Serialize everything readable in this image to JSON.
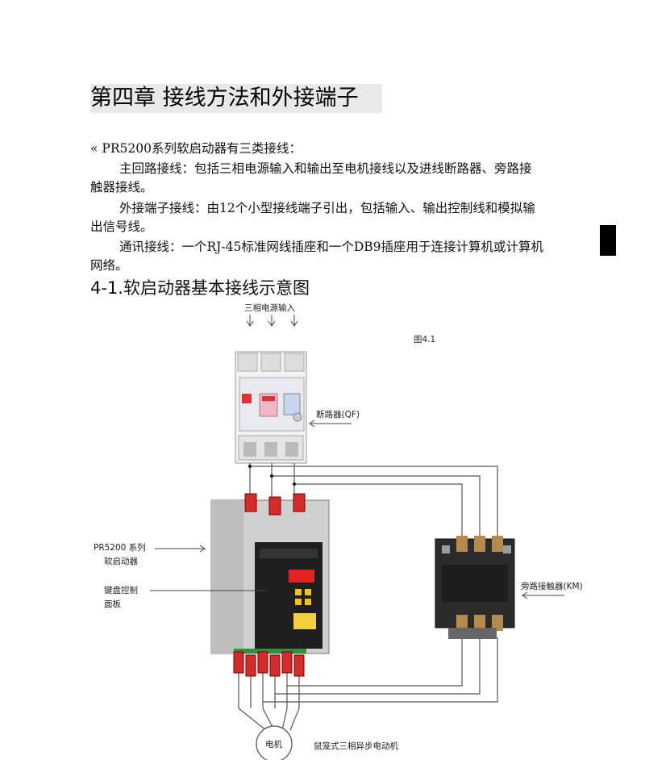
{
  "chapter_title": "第四章    接线方法和外接端子",
  "intro": "« PR5200系列软启动器有三类接线：",
  "paragraphs": [
    {
      "line1": "主回路接线：包括三相电源输入和输出至电机接线以及进线断路器、旁路接",
      "line2": "触器接线。"
    },
    {
      "line1": "外接端子接线：由12个小型接线端子引出，包括输入、输出控制线和模拟输",
      "line2": "出信号线。"
    },
    {
      "line1": "通讯接线：一个RJ-45标准网线插座和一个DB9插座用于连接计算机或计算机",
      "line2": "网络。"
    }
  ],
  "section_title": "4-1.软启动器基本接线示意图",
  "figure": {
    "power_input_label": "三相电源输入",
    "figure_number": "图4.1",
    "breaker_label": "断路器(QF)",
    "softstarter_label_line1": "PR5200 系列",
    "softstarter_label_line2": "软启动器",
    "keypad_label_line1": "键盘控制",
    "keypad_label_line2": "面板",
    "bypass_label": "旁路接触器(KM)",
    "motor_label": "电机",
    "motor_type_label": "鼠笼式三相异步电动机"
  }
}
